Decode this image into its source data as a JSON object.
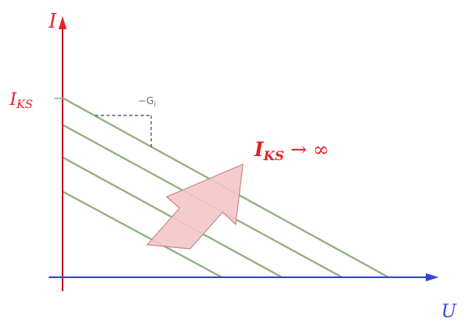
{
  "axes": {
    "y_label": "I",
    "x_label": "U",
    "y_axis_color": "#c0192b",
    "x_axis_color": "#3344dd"
  },
  "labels": {
    "ikz_base": "I",
    "ikz_sub": "KS",
    "slope_base": "−G",
    "slope_sub": "i",
    "trend_base": "I",
    "trend_sub": "KS",
    "trend_arrow": " → ∞"
  },
  "style": {
    "line_color": "#8fb07a",
    "arrow_fill": "#f3c6c6",
    "arrow_stroke": "#c98a8a",
    "label_color": "#e8202a"
  },
  "lines": [
    {
      "name": "source-line-1",
      "intercept_level": 1
    },
    {
      "name": "source-line-2",
      "intercept_level": 2
    },
    {
      "name": "source-line-3",
      "intercept_level": 3
    },
    {
      "name": "source-line-4",
      "intercept_level": 4
    }
  ]
}
